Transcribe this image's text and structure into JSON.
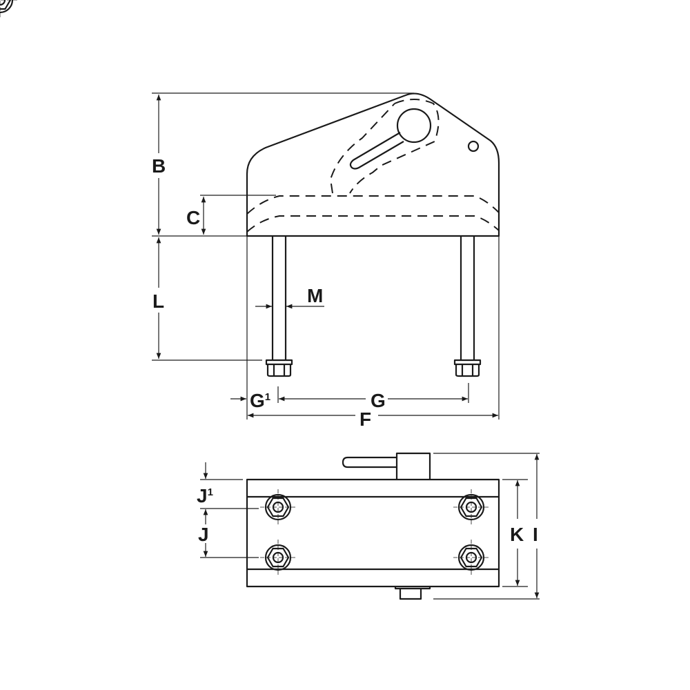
{
  "labels": {
    "B": "B",
    "C": "C",
    "L": "L",
    "M": "M",
    "G1": "G",
    "G1_sup": "1",
    "G": "G",
    "F": "F",
    "J1": "J",
    "J1_sup": "1",
    "J": "J",
    "K": "K",
    "I": "I"
  },
  "colors": {
    "line": "#1a1a1a",
    "background": "#ffffff"
  }
}
